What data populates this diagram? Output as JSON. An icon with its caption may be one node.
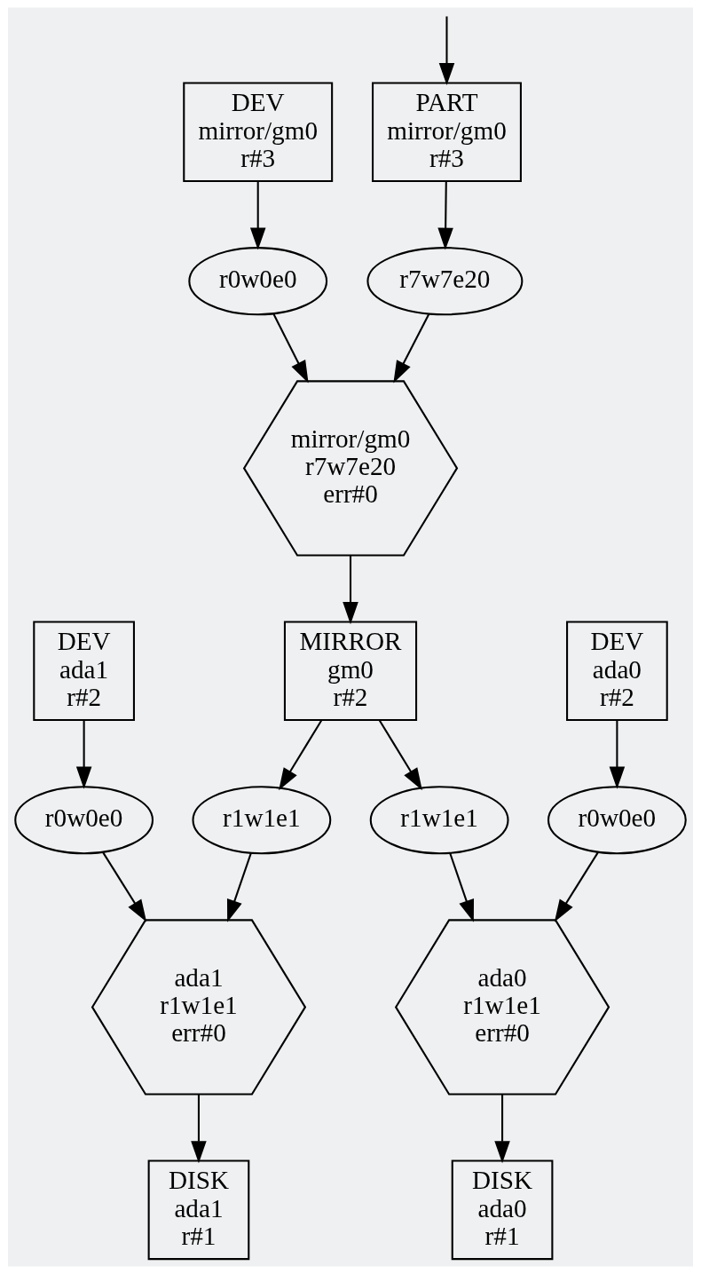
{
  "diagram": {
    "nodes": [
      {
        "text": [
          "PART",
          "mirror/gm0",
          "r#3"
        ]
      },
      {
        "text": [
          "DEV",
          "mirror/gm0",
          "r#3"
        ]
      },
      {
        "text": [
          "r7w7e20"
        ]
      },
      {
        "text": [
          "r0w0e0"
        ]
      },
      {
        "text": [
          "mirror/gm0",
          "r7w7e20",
          "err#0"
        ]
      },
      {
        "text": [
          "DEV",
          "ada1",
          "r#2"
        ]
      },
      {
        "text": [
          "MIRROR",
          "gm0",
          "r#2"
        ]
      },
      {
        "text": [
          "DEV",
          "ada0",
          "r#2"
        ]
      },
      {
        "text": [
          "r0w0e0"
        ]
      },
      {
        "text": [
          "r1w1e1"
        ]
      },
      {
        "text": [
          "r1w1e1"
        ]
      },
      {
        "text": [
          "r0w0e0"
        ]
      },
      {
        "text": [
          "ada1",
          "r1w1e1",
          "err#0"
        ]
      },
      {
        "text": [
          "ada0",
          "r1w1e1",
          "err#0"
        ]
      },
      {
        "text": [
          "DISK",
          "ada1",
          "r#1"
        ]
      },
      {
        "text": [
          "DISK",
          "ada0",
          "r#1"
        ]
      }
    ],
    "edges": [
      {
        "from": null,
        "to": 0,
        "arrow": "to"
      },
      {
        "from": 0,
        "to": 2,
        "arrow": "to"
      },
      {
        "from": 1,
        "to": 3,
        "arrow": "to"
      },
      {
        "from": 2,
        "to": 4,
        "arrow": "to"
      },
      {
        "from": 3,
        "to": 4,
        "arrow": "to"
      },
      {
        "from": 4,
        "to": 6,
        "arrow": "to"
      },
      {
        "from": 5,
        "to": 8,
        "arrow": "to"
      },
      {
        "from": 6,
        "to": 9,
        "arrow": "to"
      },
      {
        "from": 6,
        "to": 10,
        "arrow": "to"
      },
      {
        "from": 7,
        "to": 11,
        "arrow": "to"
      },
      {
        "from": 8,
        "to": 12,
        "arrow": "to"
      },
      {
        "from": 9,
        "to": 12,
        "arrow": "to"
      },
      {
        "from": 10,
        "to": 13,
        "arrow": "to"
      },
      {
        "from": 11,
        "to": 13,
        "arrow": "to"
      },
      {
        "from": 12,
        "to": 14,
        "arrow": "to"
      },
      {
        "from": 13,
        "to": 15,
        "arrow": "to"
      }
    ]
  }
}
